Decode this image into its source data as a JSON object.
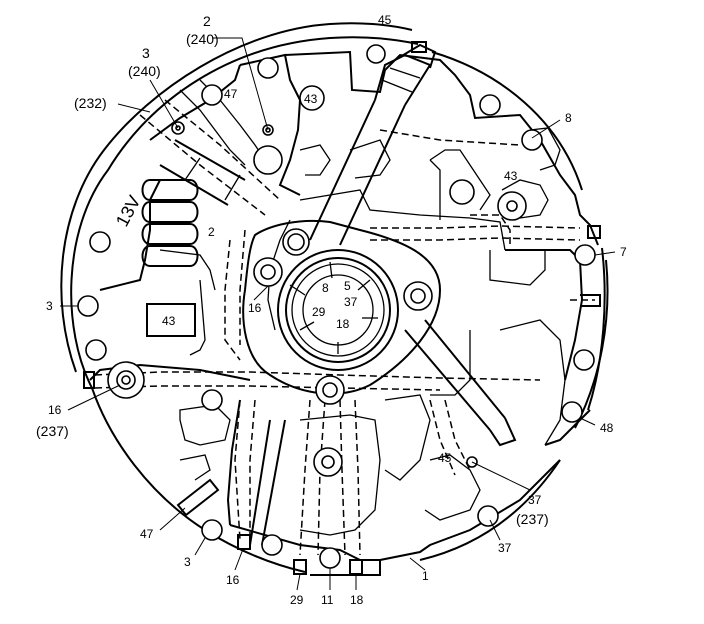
{
  "labels": {
    "l_2_top": "2",
    "l_240_top": "(240)",
    "l_45_top": "45",
    "l_3_top": "3",
    "l_240_left": "(240)",
    "l_232": "(232)",
    "l_47_mid": "47",
    "l_43_top": "43",
    "l_8_right": "8",
    "l_43_right": "43",
    "l_13v": "13V",
    "l_2_mid": "2",
    "l_7": "7",
    "l_3_left": "3",
    "l_43_left": "43",
    "l_16_mid": "16",
    "l_8_center": "8",
    "l_5_center": "5",
    "l_37_center": "37",
    "l_29_center": "29",
    "l_18_center": "18",
    "l_16_left": "16",
    "l_237_left": "(237)",
    "l_48": "48",
    "l_45_lower": "45",
    "l_37_lower": "37",
    "l_237_lower": "(237)",
    "l_47_bottom": "47",
    "l_3_bottom": "3",
    "l_37_bottom": "37",
    "l_16_bottom": "16",
    "l_29_bottom": "29",
    "l_11_bottom": "11",
    "l_18_bottom": "18",
    "l_1_bottom": "1"
  }
}
